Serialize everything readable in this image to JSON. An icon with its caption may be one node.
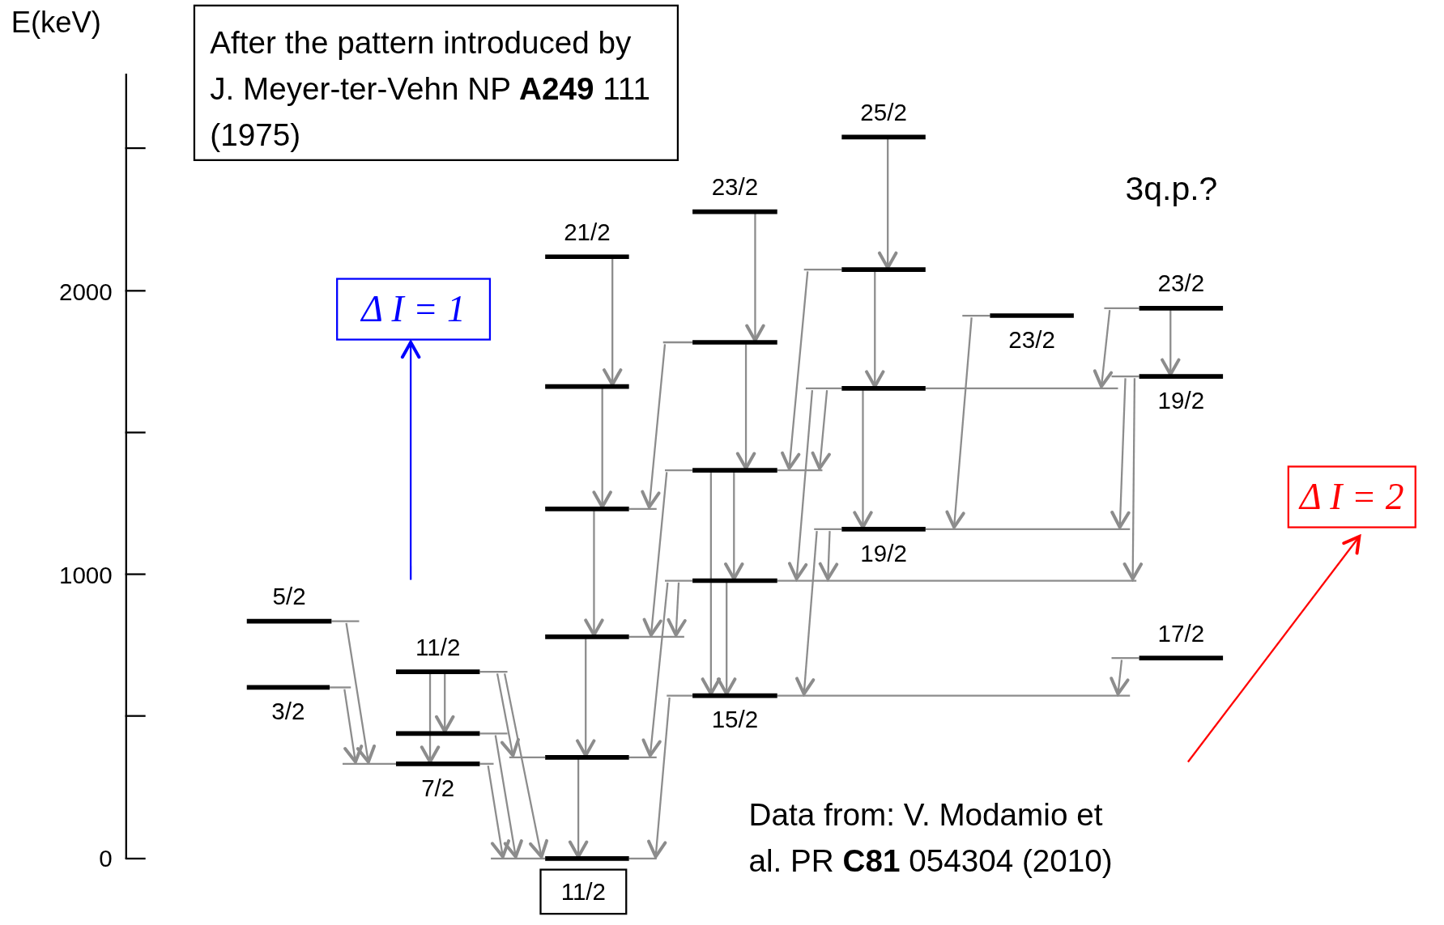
{
  "diagram": {
    "nodes": [
      {
        "text": [
          "After the pattern introduced by J. Meyer-ter-Vehn NP **A249** 111 (1975)"
        ]
      },
      {
        "text": [
          "Δ I = 1"
        ]
      },
      {
        "text": [
          "Δ I = 2"
        ]
      },
      {
        "text": [
          "5/2"
        ]
      },
      {
        "text": [
          "3/2"
        ]
      },
      {
        "text": [
          "11/2"
        ]
      },
      {
        "text": [],
        "shape": "bar"
      },
      {
        "text": [
          "7/2"
        ]
      },
      {
        "text": [
          "21/2"
        ]
      },
      {
        "text": [],
        "shape": "bar"
      },
      {
        "text": [],
        "shape": "bar"
      },
      {
        "text": [],
        "shape": "bar"
      },
      {
        "text": [],
        "shape": "bar"
      },
      {
        "text": [
          "11/2"
        ]
      },
      {
        "text": [
          "23/2"
        ]
      },
      {
        "text": [],
        "shape": "bar"
      },
      {
        "text": [],
        "shape": "bar"
      },
      {
        "text": [],
        "shape": "bar"
      },
      {
        "text": [
          "15/2"
        ]
      },
      {
        "text": [
          "25/2"
        ]
      },
      {
        "text": [],
        "shape": "bar"
      },
      {
        "text": [],
        "shape": "bar"
      },
      {
        "text": [
          "19/2"
        ]
      },
      {
        "text": [
          "23/2"
        ]
      },
      {
        "text": [
          "23/2"
        ]
      },
      {
        "text": [
          "19/2"
        ]
      },
      {
        "text": [
          "17/2"
        ]
      }
    ],
    "edges": [
      {
        "from": 3,
        "to": 7,
        "arrow": "to"
      },
      {
        "from": 4,
        "to": 7,
        "arrow": "to"
      },
      {
        "from": 5,
        "to": 6,
        "arrow": "to"
      },
      {
        "from": 5,
        "to": 7,
        "arrow": "to"
      },
      {
        "from": 5,
        "to": 12,
        "arrow": "to"
      },
      {
        "from": 5,
        "to": 13,
        "arrow": "to"
      },
      {
        "from": 6,
        "to": 13,
        "arrow": "to"
      },
      {
        "from": 7,
        "to": 13,
        "arrow": "to"
      },
      {
        "from": 8,
        "to": 9,
        "arrow": "to"
      },
      {
        "from": 9,
        "to": 10,
        "arrow": "to"
      },
      {
        "from": 10,
        "to": 11,
        "arrow": "to"
      },
      {
        "from": 11,
        "to": 12,
        "arrow": "to"
      },
      {
        "from": 12,
        "to": 13,
        "arrow": "to"
      },
      {
        "from": 14,
        "to": 15,
        "arrow": "to"
      },
      {
        "from": 15,
        "to": 16,
        "arrow": "to"
      },
      {
        "from": 16,
        "to": 17,
        "arrow": "to"
      },
      {
        "from": 16,
        "to": 18,
        "arrow": "to"
      },
      {
        "from": 17,
        "to": 18,
        "arrow": "to"
      },
      {
        "from": 15,
        "to": 10,
        "arrow": "to"
      },
      {
        "from": 16,
        "to": 11,
        "arrow": "to"
      },
      {
        "from": 17,
        "to": 11,
        "arrow": "to"
      },
      {
        "from": 17,
        "to": 12,
        "arrow": "to"
      },
      {
        "from": 18,
        "to": 13,
        "arrow": "to"
      },
      {
        "from": 19,
        "to": 20,
        "arrow": "to"
      },
      {
        "from": 20,
        "to": 21,
        "arrow": "to"
      },
      {
        "from": 21,
        "to": 22,
        "arrow": "to"
      },
      {
        "from": 20,
        "to": 16,
        "arrow": "to"
      },
      {
        "from": 21,
        "to": 17,
        "arrow": "to"
      },
      {
        "from": 21,
        "to": 16,
        "arrow": "to"
      },
      {
        "from": 22,
        "to": 18,
        "arrow": "to"
      },
      {
        "from": 22,
        "to": 17,
        "arrow": "to"
      },
      {
        "from": 23,
        "to": 22,
        "arrow": "to"
      },
      {
        "from": 24,
        "to": 21,
        "arrow": "to"
      },
      {
        "from": 24,
        "to": 25,
        "arrow": "to"
      },
      {
        "from": 25,
        "to": 22,
        "arrow": "to"
      },
      {
        "from": 25,
        "to": 17,
        "arrow": "to"
      },
      {
        "from": 26,
        "to": 18,
        "arrow": "to"
      },
      {
        "from": null,
        "to": 1,
        "arrow": "to",
        "color": "#0000ff"
      },
      {
        "from": null,
        "to": 2,
        "arrow": "to",
        "color": "#ff0000"
      }
    ],
    "labels": [
      "E(keV)",
      "2000",
      "1000",
      "0",
      "3q.p.?",
      "Data from: V. Modamio et al. PR **C81** 054304 (2010)"
    ]
  }
}
